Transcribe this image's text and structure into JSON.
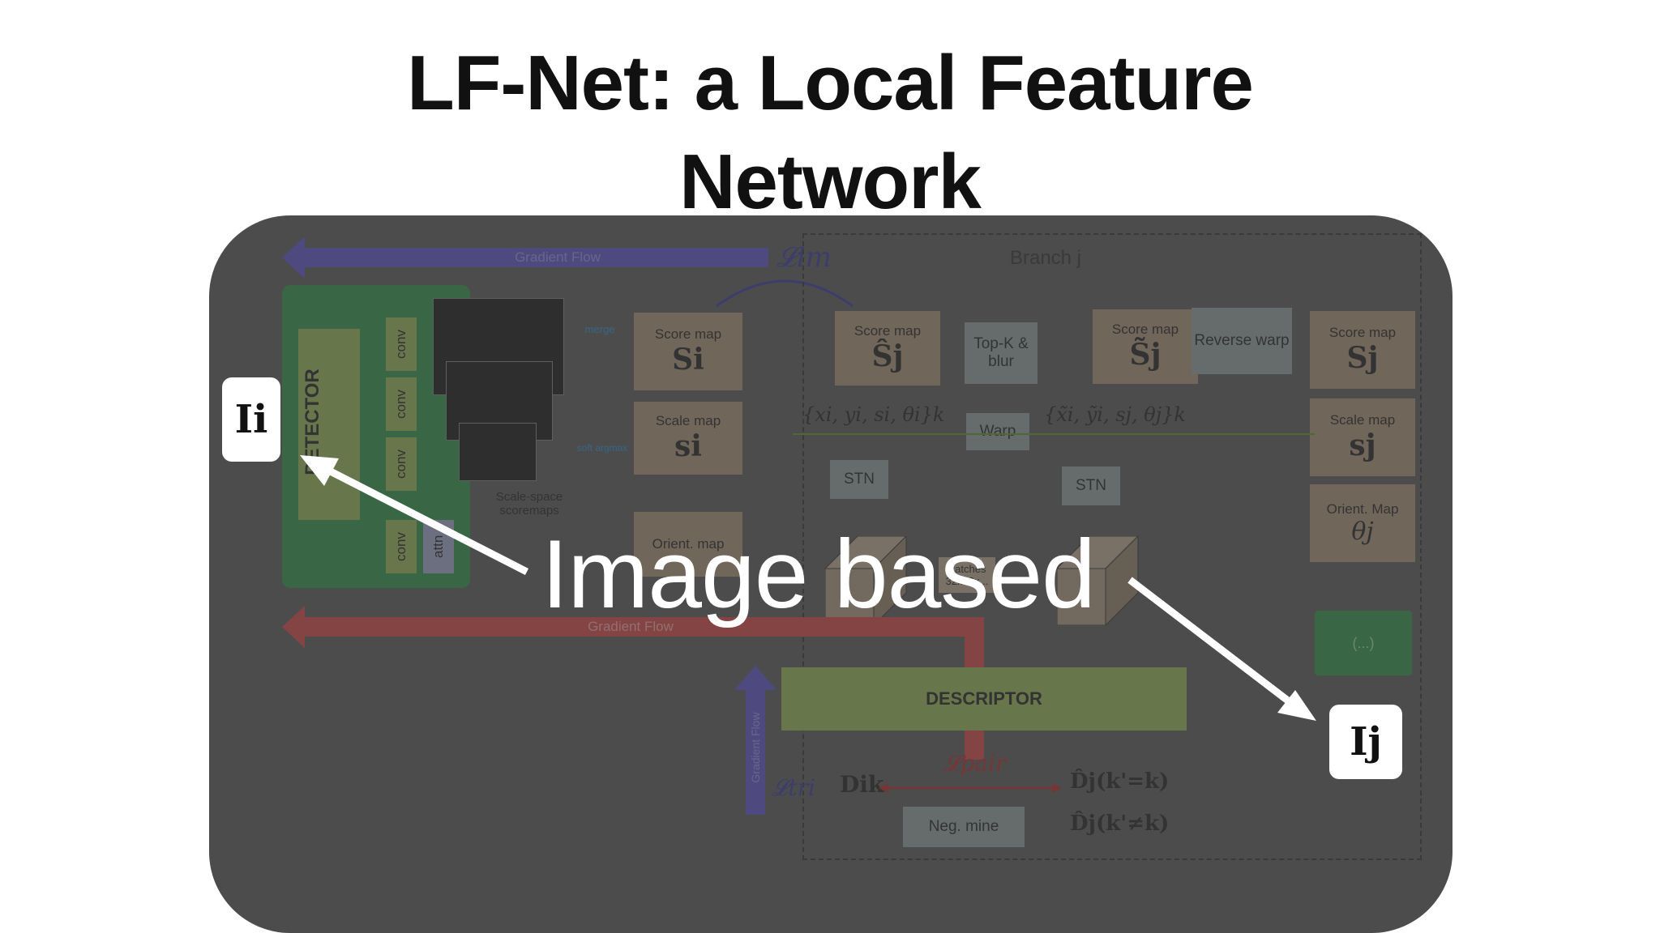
{
  "slide": {
    "title_line1": "LF-Net: a Local Feature",
    "title_line2": "Network",
    "overlay_text": "Image based"
  },
  "diagram": {
    "gradient_flow_top": "Gradient Flow",
    "gradient_flow_bottom": "Gradient Flow",
    "gradient_flow_vertical": "Gradient Flow",
    "loss_im": "𝓛im",
    "loss_pair": "𝓛pair",
    "loss_tri": "𝓛tri",
    "branch_label": "Branch j",
    "detector_label": "DETECTOR",
    "conv_labels": [
      "conv",
      "conv",
      "conv",
      "conv"
    ],
    "attn_label": "attn",
    "merge_label": "merge",
    "softargmax_label": "soft argmax",
    "scale_space_label": "Scale-space scoremaps",
    "score_map_label": "Score map",
    "scale_map_label": "Scale map",
    "orient_map_label": "Orient. map",
    "orient_map_label_right": "Orient. Map",
    "topk_label": "Top-K & blur",
    "reverse_warp_label": "Reverse warp",
    "warp_label": "Warp",
    "stn_label": "STN",
    "patches_label": "Patches 32x32x...",
    "ellipsis_label": "(...)",
    "descriptor_label": "DESCRIPTOR",
    "neg_mine_label": "Neg. mine",
    "kp_i": "{xi, yi, si, θi}k",
    "kp_j": "{x̃i, ỹi, sj, θj}k",
    "S_i": "Si",
    "s_i": "si",
    "S_hat_j": "Ŝj",
    "S_tilde_j": "S̃j",
    "S_j": "Sj",
    "s_j": "sj",
    "theta_j": "θj",
    "D_i": "Dik",
    "D_hat_pos": "D̂j(k'=k)",
    "D_hat_neg": "D̂j(k'≠k)",
    "I_i": "Ii",
    "I_j": "Ij"
  },
  "colors": {
    "panel": "#4c4c4c",
    "gradient_top": "#5248c8",
    "gradient_bottom": "#d23b3b",
    "detector_green": "#1f8a3a",
    "descriptor_green": "#8fb04a",
    "arrow_white": "#ffffff"
  }
}
